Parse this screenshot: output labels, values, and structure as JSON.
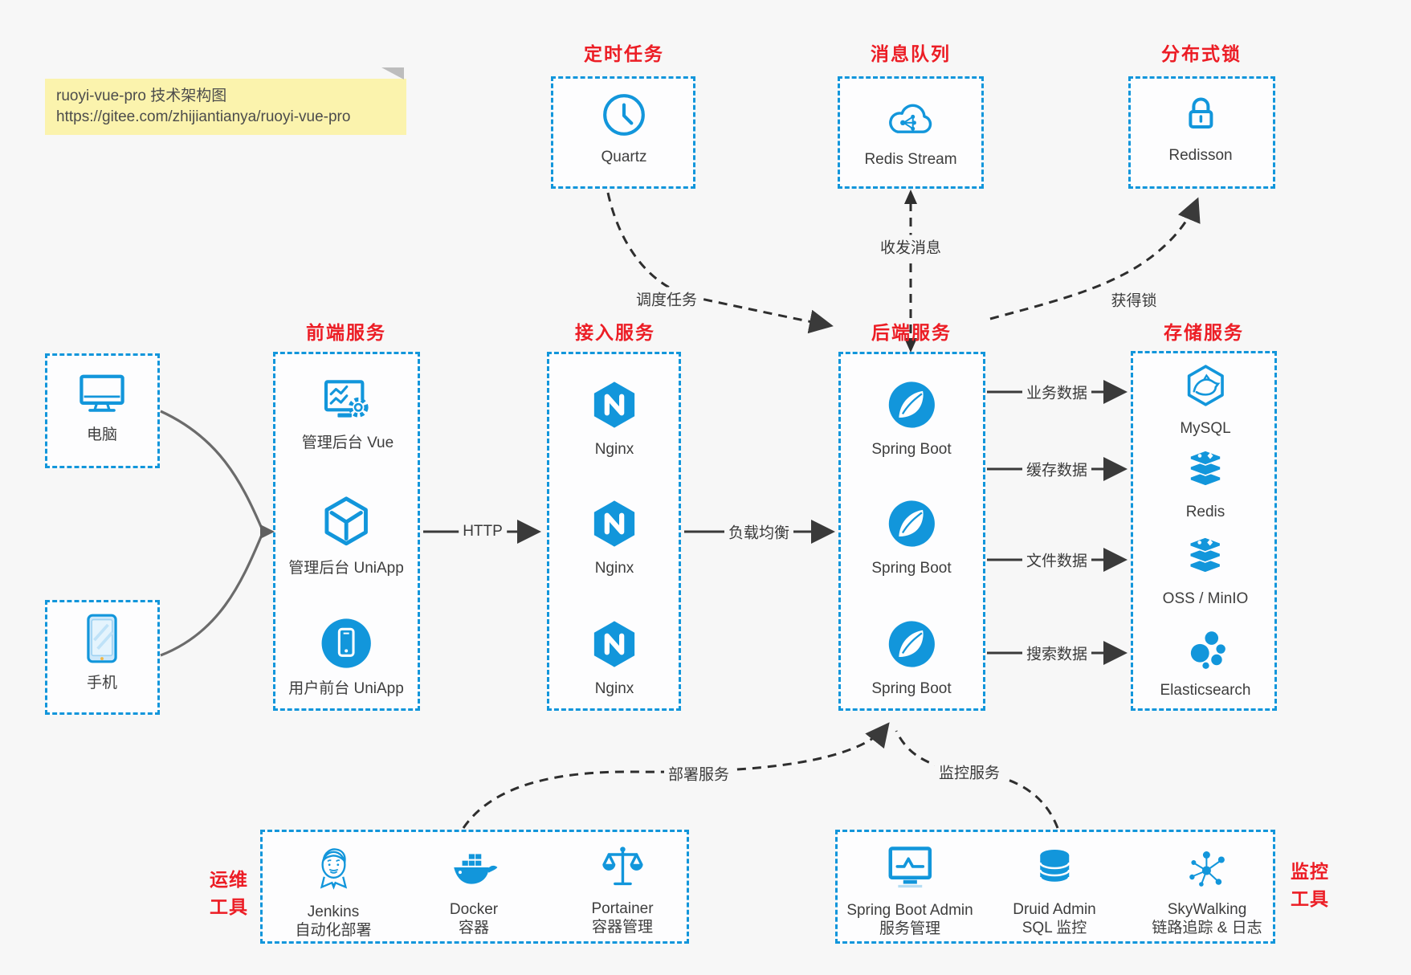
{
  "colors": {
    "accent_blue": "#1296db",
    "title_red": "#ec1d25",
    "note_bg": "#fbf3ad",
    "line_dark": "#333333",
    "connector_gray": "#6b6b6b"
  },
  "note": {
    "line1": "ruoyi-vue-pro 技术架构图",
    "line2": "https://gitee.com/zhijiantianya/ruoyi-vue-pro"
  },
  "top_groups": [
    {
      "title": "定时任务",
      "items": [
        {
          "label": "Quartz",
          "icon": "clock-icon"
        }
      ]
    },
    {
      "title": "消息队列",
      "items": [
        {
          "label": "Redis Stream",
          "icon": "cloud-stream-icon"
        }
      ]
    },
    {
      "title": "分布式锁",
      "items": [
        {
          "label": "Redisson",
          "icon": "lock-icon"
        }
      ]
    }
  ],
  "clients": {
    "items": [
      {
        "label": "电脑",
        "icon": "desktop-icon"
      },
      {
        "label": "手机",
        "icon": "smartphone-icon"
      }
    ]
  },
  "columns": [
    {
      "title": "前端服务",
      "items": [
        {
          "label": "管理后台 Vue",
          "icon": "admin-vue-icon"
        },
        {
          "label": "管理后台 UniApp",
          "icon": "uniapp-cube-icon"
        },
        {
          "label": "用户前台 UniApp",
          "icon": "mobile-app-icon"
        }
      ]
    },
    {
      "title": "接入服务",
      "items": [
        {
          "label": "Nginx",
          "icon": "nginx-icon"
        },
        {
          "label": "Nginx",
          "icon": "nginx-icon"
        },
        {
          "label": "Nginx",
          "icon": "nginx-icon"
        }
      ]
    },
    {
      "title": "后端服务",
      "items": [
        {
          "label": "Spring Boot",
          "icon": "spring-icon"
        },
        {
          "label": "Spring Boot",
          "icon": "spring-icon"
        },
        {
          "label": "Spring Boot",
          "icon": "spring-icon"
        }
      ]
    },
    {
      "title": "存储服务",
      "items": [
        {
          "label": "MySQL",
          "icon": "mysql-icon"
        },
        {
          "label": "Redis",
          "icon": "redis-stack-icon"
        },
        {
          "label": "OSS / MinIO",
          "icon": "redis-stack-icon"
        },
        {
          "label": "Elasticsearch",
          "icon": "elasticsearch-icon"
        }
      ]
    }
  ],
  "bottom_groups": [
    {
      "title_lines": [
        "运维",
        "工具"
      ],
      "items": [
        {
          "label": "Jenkins",
          "sublabel": "自动化部署",
          "icon": "jenkins-icon"
        },
        {
          "label": "Docker",
          "sublabel": "容器",
          "icon": "docker-icon"
        },
        {
          "label": "Portainer",
          "sublabel": "容器管理",
          "icon": "portainer-icon"
        }
      ]
    },
    {
      "title_lines": [
        "监控",
        "工具"
      ],
      "items": [
        {
          "label": "Spring Boot Admin",
          "sublabel": "服务管理",
          "icon": "monitor-chart-icon"
        },
        {
          "label": "Druid Admin",
          "sublabel": "SQL 监控",
          "icon": "database-icon"
        },
        {
          "label": "SkyWalking",
          "sublabel": "链路追踪 & 日志",
          "icon": "topology-icon"
        }
      ]
    }
  ],
  "edges": {
    "http": "HTTP",
    "load_balance": "负载均衡",
    "business_data": "业务数据",
    "cache_data": "缓存数据",
    "file_data": "文件数据",
    "search_data": "搜索数据",
    "schedule_task": "调度任务",
    "send_receive_message": "收发消息",
    "acquire_lock": "获得锁",
    "deploy_service": "部署服务",
    "monitor_service": "监控服务"
  }
}
